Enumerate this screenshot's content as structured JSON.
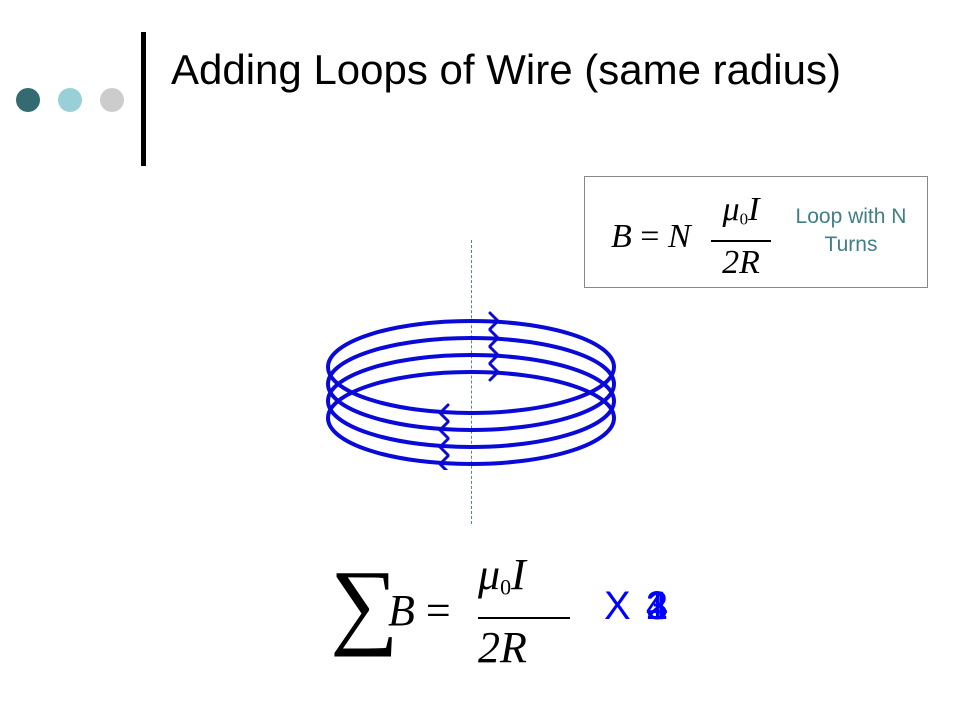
{
  "colors": {
    "dot_1": "#336b70",
    "dot_2": "#99cfd6",
    "dot_3": "#cccccc",
    "title_text": "#000000",
    "label_text": "#3f7f85",
    "coil": "#0a0ad8",
    "multiplier_text": "#0000ff"
  },
  "slide": {
    "title": "Adding Loops of Wire (same radius)"
  },
  "formula_box": {
    "lhs_var": "B",
    "equals": "=",
    "turns_var": "N",
    "numerator_mu": "μ",
    "numerator_sub": "0",
    "numerator_var": "I",
    "denominator": "2R",
    "label": "Loop with N Turns"
  },
  "diagram": {
    "loop_count": 4,
    "icons": [
      "coil-loops-icon",
      "current-arrow-icon"
    ]
  },
  "bottom_formula": {
    "sigma": "∑",
    "lhs_var": "B",
    "equals": "=",
    "numerator_mu": "μ",
    "numerator_sub": "0",
    "numerator_var": "I",
    "denominator": "2R",
    "multiplier_prefix": "X",
    "multiplier_values": [
      "1",
      "2",
      "3",
      "4"
    ]
  }
}
